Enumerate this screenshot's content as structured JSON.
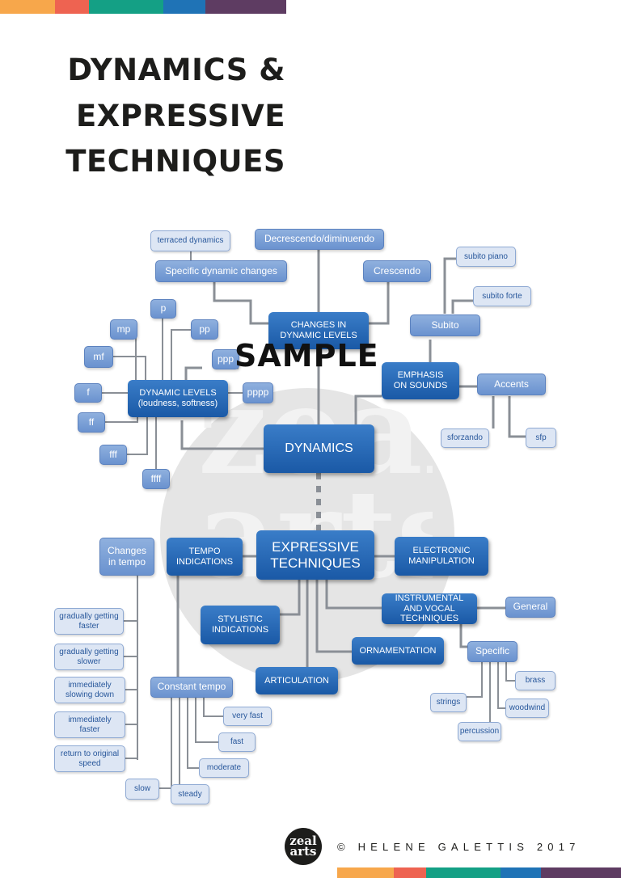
{
  "colors": {
    "stripes": [
      "#f7a74b",
      "#ee6351",
      "#14a085",
      "#1f73b6",
      "#5e3c62"
    ],
    "main_node": "#2366b2",
    "mid_node": "#7d9fd6",
    "leaf_node": "#dde6f4",
    "connector": "#8a8f96"
  },
  "title": {
    "line1": "DYNAMICS &",
    "line2": "EXPRESSIVE",
    "line3": "TECHNIQUES"
  },
  "watermark": {
    "sample": "SAMPLE",
    "brand_text": "zeal arts"
  },
  "nodes": {
    "dynamics": "DYNAMICS",
    "changes_in_dynamic_levels": "CHANGES IN DYNAMIC LEVELS",
    "specific_dynamic_changes": "Specific dynamic changes",
    "terraced_dynamics": "terraced dynamics",
    "decrescendo": "Decrescendo/diminuendo",
    "crescendo": "Crescendo",
    "emphasis_on_sounds": "EMPHASIS ON SOUNDS",
    "subito": "Subito",
    "subito_piano": "subito piano",
    "subito_forte": "subito forte",
    "accents": "Accents",
    "sforzando": "sforzando",
    "sfp": "sfp",
    "dynamic_levels": "DYNAMIC LEVELS (loudness, softness)",
    "p": "p",
    "mp": "mp",
    "pp": "pp",
    "ppp": "ppp",
    "mf": "mf",
    "f": "f",
    "pppp": "pppp",
    "ff": "ff",
    "fff": "fff",
    "ffff": "ffff",
    "expressive_techniques": "EXPRESSIVE TECHNIQUES",
    "tempo_indications": "TEMPO INDICATIONS",
    "changes_in_tempo": "Changes in tempo",
    "gradually_faster": "gradually getting faster",
    "gradually_slower": "gradually getting slower",
    "immediately_slowing": "immediately slowing down",
    "immediately_faster": "immediately faster",
    "return_original": "return to original speed",
    "constant_tempo": "Constant tempo",
    "very_fast": "very fast",
    "fast": "fast",
    "moderate": "moderate",
    "slow": "slow",
    "steady": "steady",
    "electronic_manipulation": "ELECTRONIC MANIPULATION",
    "instrumental_vocal": "INSTRUMENTAL AND VOCAL TECHNIQUES",
    "general": "General",
    "specific": "Specific",
    "brass": "brass",
    "strings": "strings",
    "woodwind": "woodwind",
    "percussion": "percussion",
    "stylistic_indications": "STYLISTIC INDICATIONS",
    "ornamentation": "ORNAMENTATION",
    "articulation": "ARTICULATION"
  },
  "footer": {
    "logo_text": "zeal arts",
    "copyright": "© HELENE GALETTIS 2017"
  }
}
